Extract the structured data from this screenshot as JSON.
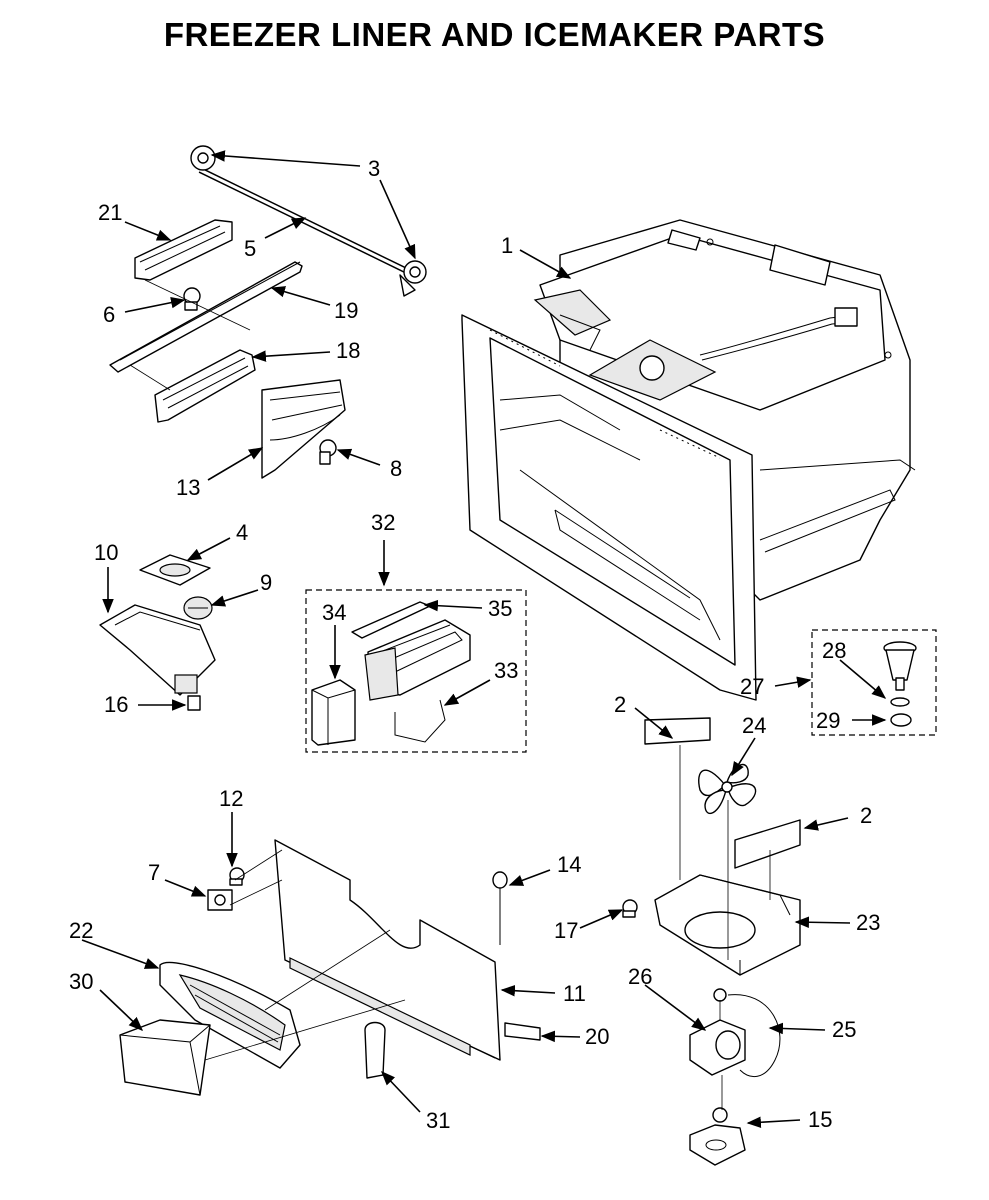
{
  "title": "FREEZER LINER AND ICEMAKER PARTS",
  "callouts": [
    {
      "id": "c1",
      "label": "1"
    },
    {
      "id": "c2a",
      "label": "2"
    },
    {
      "id": "c2b",
      "label": "2"
    },
    {
      "id": "c3",
      "label": "3"
    },
    {
      "id": "c4",
      "label": "4"
    },
    {
      "id": "c5",
      "label": "5"
    },
    {
      "id": "c6",
      "label": "6"
    },
    {
      "id": "c7",
      "label": "7"
    },
    {
      "id": "c8",
      "label": "8"
    },
    {
      "id": "c9",
      "label": "9"
    },
    {
      "id": "c10",
      "label": "10"
    },
    {
      "id": "c11",
      "label": "11"
    },
    {
      "id": "c12",
      "label": "12"
    },
    {
      "id": "c13",
      "label": "13"
    },
    {
      "id": "c14",
      "label": "14"
    },
    {
      "id": "c15",
      "label": "15"
    },
    {
      "id": "c16",
      "label": "16"
    },
    {
      "id": "c17",
      "label": "17"
    },
    {
      "id": "c18",
      "label": "18"
    },
    {
      "id": "c19",
      "label": "19"
    },
    {
      "id": "c20",
      "label": "20"
    },
    {
      "id": "c21",
      "label": "21"
    },
    {
      "id": "c22",
      "label": "22"
    },
    {
      "id": "c23",
      "label": "23"
    },
    {
      "id": "c24",
      "label": "24"
    },
    {
      "id": "c25",
      "label": "25"
    },
    {
      "id": "c26",
      "label": "26"
    },
    {
      "id": "c27",
      "label": "27"
    },
    {
      "id": "c28",
      "label": "28"
    },
    {
      "id": "c29",
      "label": "29"
    },
    {
      "id": "c30",
      "label": "30"
    },
    {
      "id": "c31",
      "label": "31"
    },
    {
      "id": "c32",
      "label": "32"
    },
    {
      "id": "c33",
      "label": "33"
    },
    {
      "id": "c34",
      "label": "34"
    },
    {
      "id": "c35",
      "label": "35"
    }
  ]
}
